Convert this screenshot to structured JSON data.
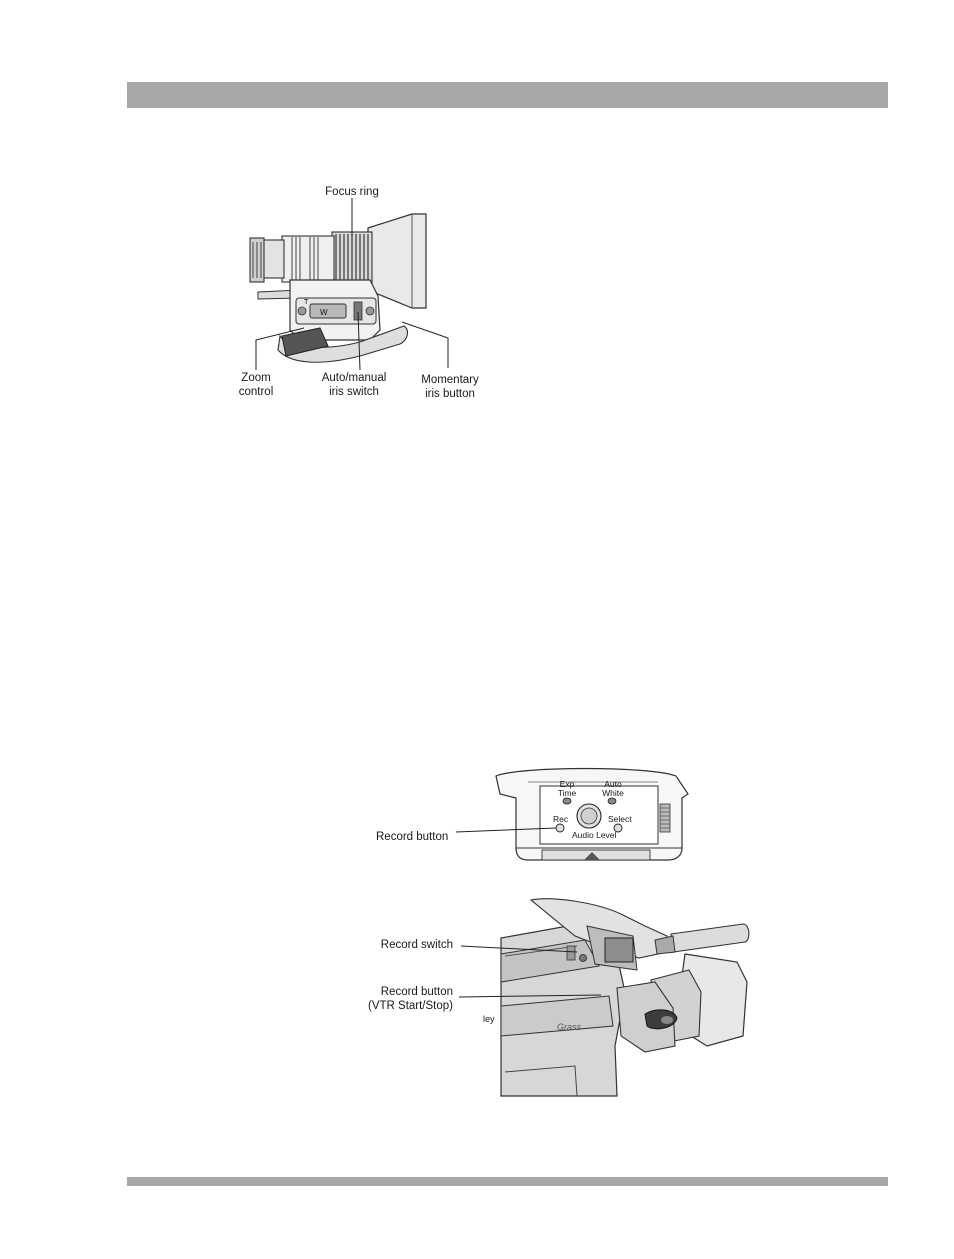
{
  "lens_figure": {
    "focus_ring": "Focus ring",
    "zoom_control": [
      "Zoom",
      "control"
    ],
    "iris_switch": [
      "Auto/manual",
      "iris switch"
    ],
    "momentary_iris": [
      "Momentary",
      "iris button"
    ],
    "lens_marks": [
      "W",
      "T"
    ]
  },
  "panel_figure": {
    "record_button": "Record button",
    "exp_time": [
      "Exp",
      "Time"
    ],
    "auto_white": [
      "Auto",
      "White"
    ],
    "rec": "Rec",
    "select": "Select",
    "audio_level": "Audio Level"
  },
  "camera_figure": {
    "record_switch": "Record switch",
    "record_button": [
      "Record button",
      "(VTR Start/Stop)"
    ],
    "body_text": "ley",
    "brand_mark": "Grass"
  }
}
